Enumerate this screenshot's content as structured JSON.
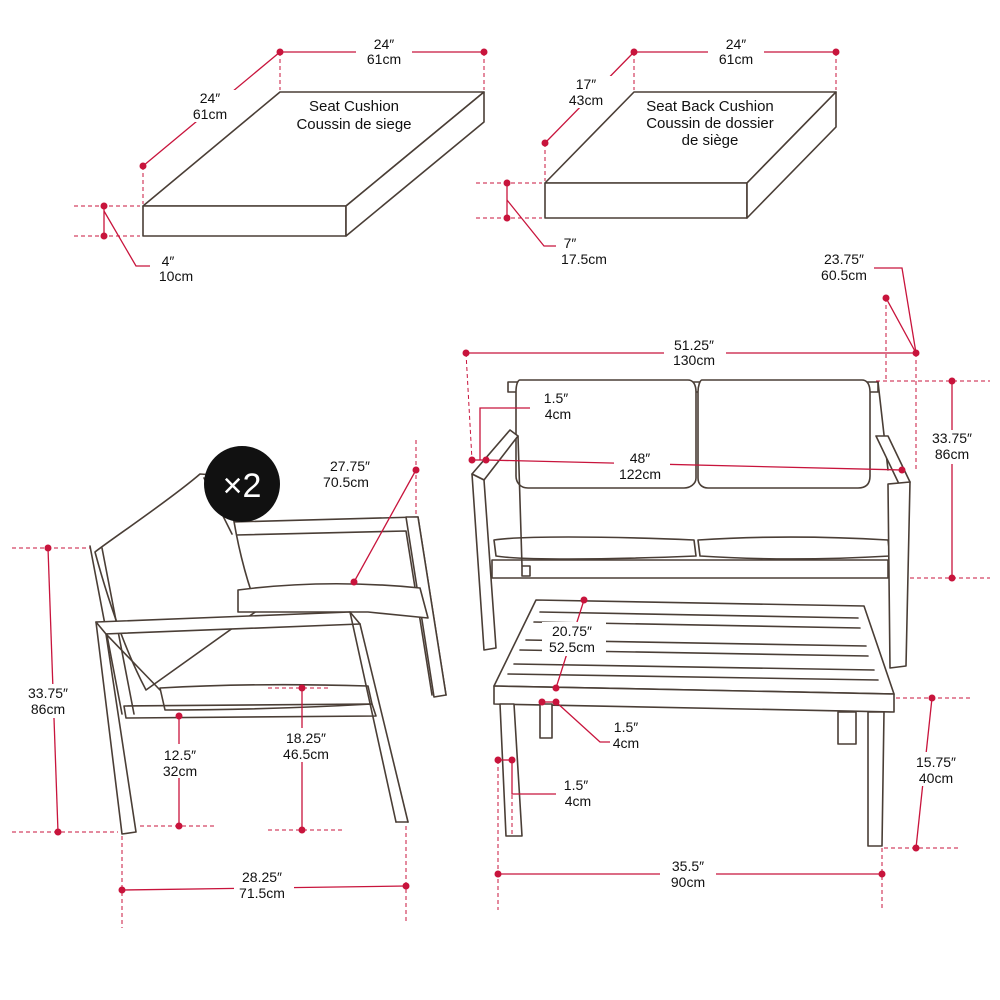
{
  "seat_cushion": {
    "name_en": "Seat Cushion",
    "name_fr": "Coussin de siege",
    "width": {
      "in": "24″",
      "cm": "61cm"
    },
    "depth": {
      "in": "24″",
      "cm": "61cm"
    },
    "thickness": {
      "in": "4″",
      "cm": "10cm"
    }
  },
  "back_cushion": {
    "name_en": "Seat Back Cushion",
    "name_fr_1": "Coussin de dossier",
    "name_fr_2": "de siège",
    "width": {
      "in": "24″",
      "cm": "61cm"
    },
    "depth": {
      "in": "17″",
      "cm": "43cm"
    },
    "thickness": {
      "in": "7″",
      "cm": "17.5cm"
    }
  },
  "chair": {
    "quantity": "×2",
    "depth": {
      "in": "27.75″",
      "cm": "70.5cm"
    },
    "height": {
      "in": "33.75″",
      "cm": "86cm"
    },
    "arm_height": {
      "in": "12.5″",
      "cm": "32cm"
    },
    "seat_height": {
      "in": "18.25″",
      "cm": "46.5cm"
    },
    "width": {
      "in": "28.25″",
      "cm": "71.5cm"
    }
  },
  "loveseat": {
    "depth": {
      "in": "23.75″",
      "cm": "60.5cm"
    },
    "width": {
      "in": "51.25″",
      "cm": "130cm"
    },
    "arm_width": {
      "in": "1.5″",
      "cm": "4cm"
    },
    "seat_width": {
      "in": "48″",
      "cm": "122cm"
    },
    "height": {
      "in": "33.75″",
      "cm": "86cm"
    }
  },
  "table": {
    "depth": {
      "in": "20.75″",
      "cm": "52.5cm"
    },
    "top_thickness": {
      "in": "1.5″",
      "cm": "4cm"
    },
    "leg_width": {
      "in": "1.5″",
      "cm": "4cm"
    },
    "height": {
      "in": "15.75″",
      "cm": "40cm"
    },
    "width": {
      "in": "35.5″",
      "cm": "90cm"
    }
  }
}
